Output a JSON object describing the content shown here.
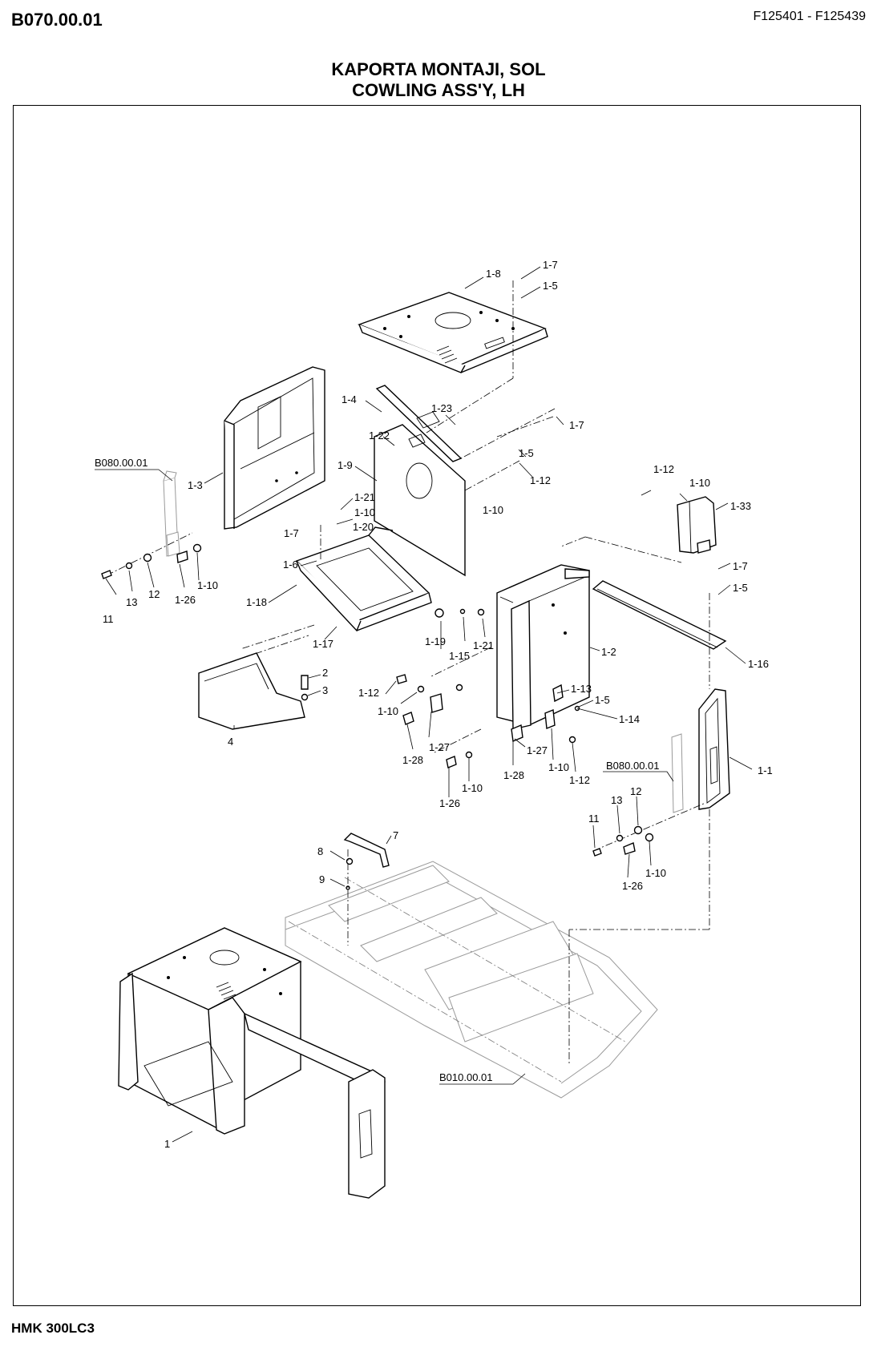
{
  "header": {
    "section_code": "B070.00.01",
    "serial_range": "F125401 - F125439",
    "title_tr": "KAPORTA  MONTAJI, SOL",
    "title_en": "COWLING ASS'Y, LH"
  },
  "footer": {
    "model": "HMK 300LC3"
  },
  "callouts": {
    "c1_8": "1-8",
    "c1_7a": "1-7",
    "c1_5a": "1-5",
    "c1_4": "1-4",
    "c1_23": "1-23",
    "c1_7b": "1-7",
    "c1_22": "1-22",
    "c1_5b": "1-5",
    "c1_9": "1-9",
    "c1_12a": "1-12",
    "c1_10a": "1-10",
    "c1_3": "1-3",
    "c1_21a": "1-21",
    "c1_10b": "1-10",
    "c1_7c": "1-7",
    "c1_20": "1-20",
    "c1_6": "1-6",
    "c1_18": "1-18",
    "c1_17": "1-17",
    "c1_12b": "1-12",
    "c1_10c": "1-10",
    "c1_33": "1-33",
    "c1_7d": "1-7",
    "c1_5c": "1-5",
    "c1_16": "1-16",
    "c1_2": "1-2",
    "c1_19": "1-19",
    "c1_15": "1-15",
    "c1_21b": "1-21",
    "c11a": "11",
    "c13a": "13",
    "c12a": "12",
    "c1_26a": "1-26",
    "c1_10d": "1-10",
    "c2": "2",
    "c3": "3",
    "c4": "4",
    "c1_12c": "1-12",
    "c1_10e": "1-10",
    "c1_27a": "1-27",
    "c1_28a": "1-28",
    "c1_13": "1-13",
    "c1_5d": "1-5",
    "c1_14": "1-14",
    "c1_27b": "1-27",
    "c1_28b": "1-28",
    "c1_10f": "1-10",
    "c1_12d": "1-12",
    "c1_26b": "1-26",
    "c1_10g": "1-10",
    "c1_1": "1-1",
    "c12b": "12",
    "c13b": "13",
    "c11b": "11",
    "c1_26c": "1-26",
    "c1_10h": "1-10",
    "c7": "7",
    "c8": "8",
    "c9": "9",
    "c1": "1"
  },
  "references": {
    "ref_left": "B080.00.01",
    "ref_right": "B080.00.01",
    "ref_bottom": "B010.00.01"
  }
}
